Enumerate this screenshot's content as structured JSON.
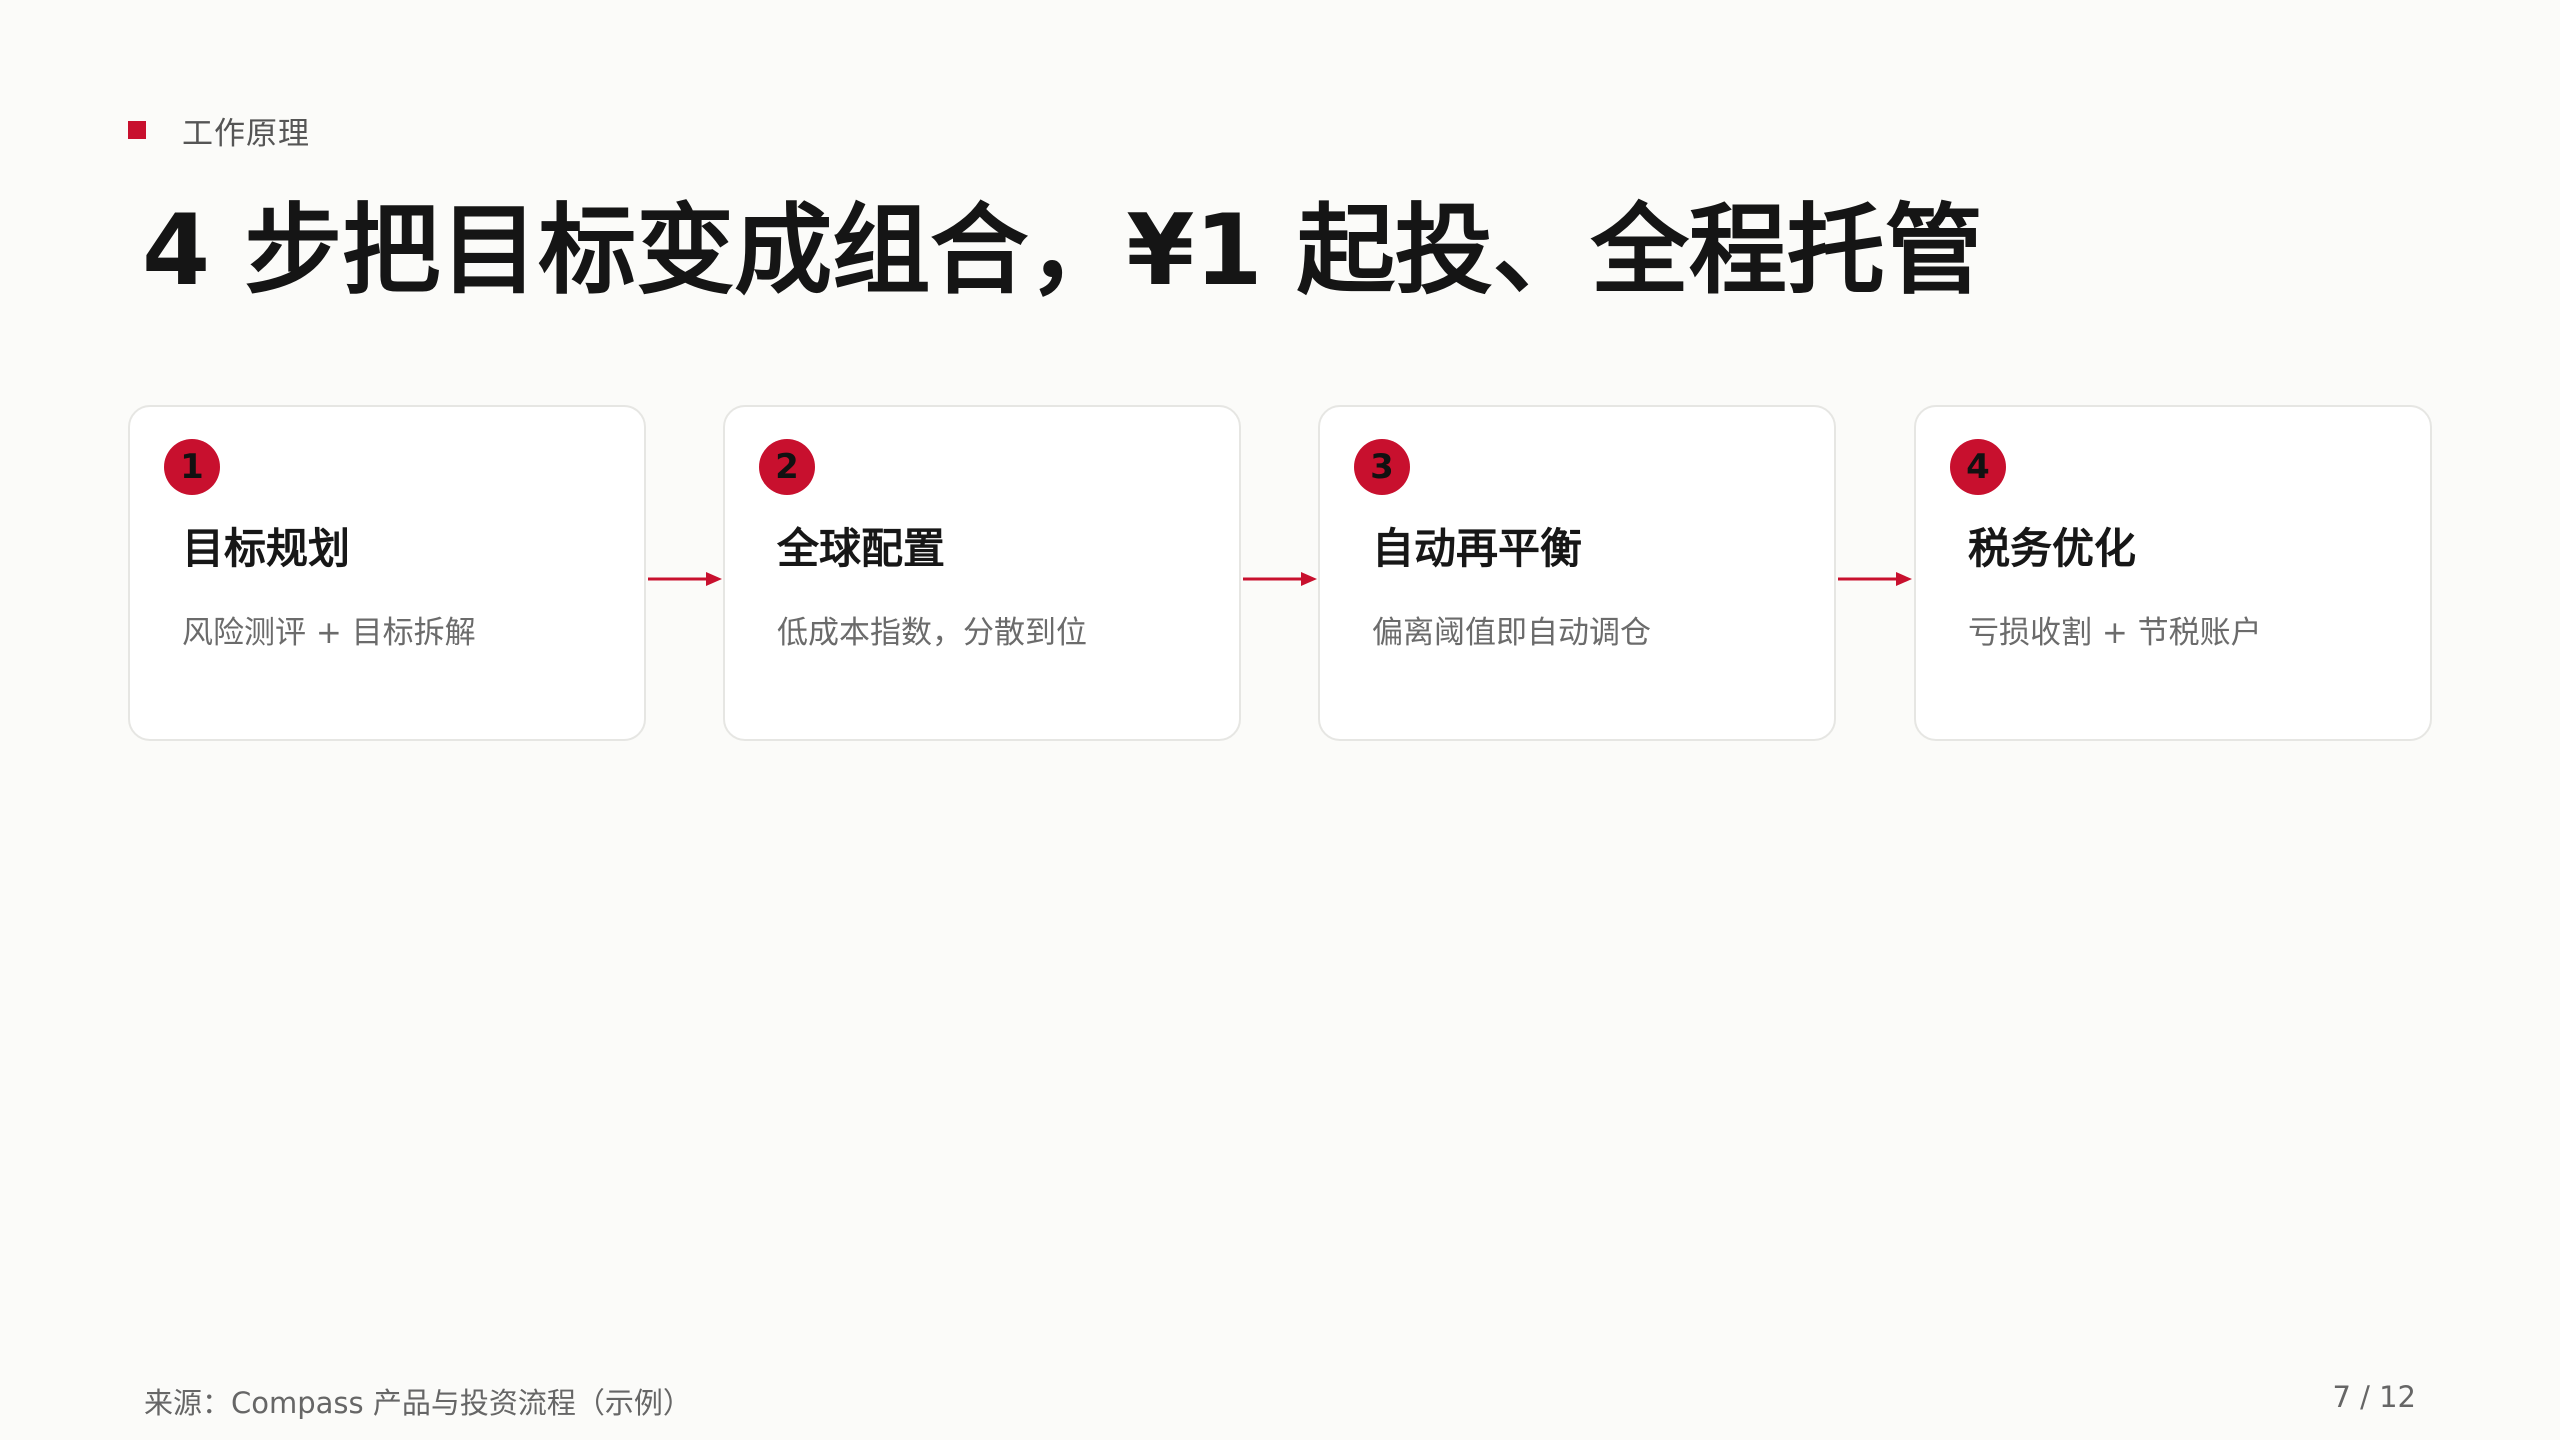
{
  "section_label": "工作原理",
  "title": "4 步把目标变成组合，¥1 起投、全程托管",
  "steps": [
    {
      "number": "1",
      "title": "目标规划",
      "desc": "风险测评 + 目标拆解"
    },
    {
      "number": "2",
      "title": "全球配置",
      "desc": "低成本指数，分散到位"
    },
    {
      "number": "3",
      "title": "自动再平衡",
      "desc": "偏离阈值即自动调仓"
    },
    {
      "number": "4",
      "title": "税务优化",
      "desc": "亏损收割 + 节税账户"
    }
  ],
  "footer": {
    "source": "来源：Compass 产品与投资流程（示例）",
    "page": "7 / 12"
  },
  "colors": {
    "accent": "#c8102e",
    "background": "#fbfbf9",
    "card_border": "#e6e6e3"
  }
}
